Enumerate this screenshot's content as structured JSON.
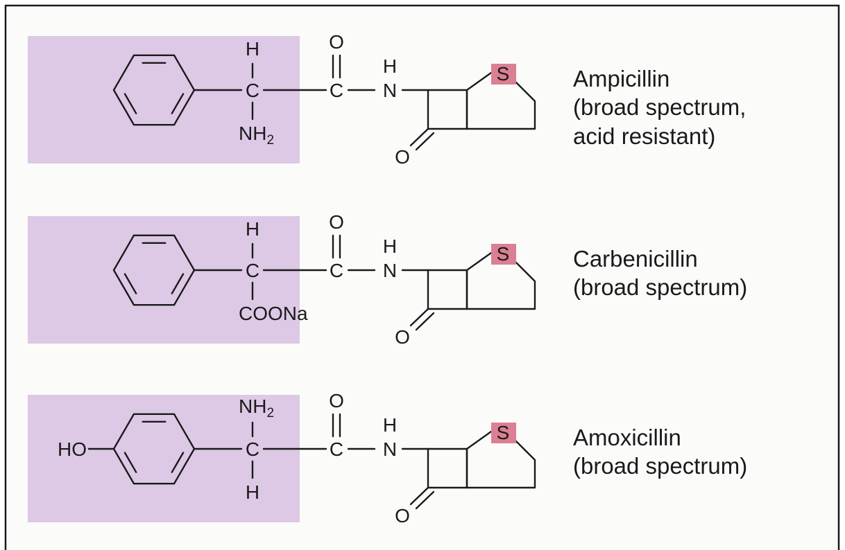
{
  "colors": {
    "frame": "#1a1a1a",
    "panel_background": "#fbfbfa",
    "side_chain_highlight": "#ddc8e6",
    "beta_lactam_ring": "#cfe3f0",
    "thiazolidine_ring": "#db7f93"
  },
  "structures": [
    {
      "name": "Ampicillin",
      "properties": [
        "(broad spectrum,",
        "acid resistant)"
      ],
      "ring_substituent": "",
      "alpha_top": "H",
      "alpha_bottom": {
        "main": "NH",
        "sub": "2",
        "tail": ""
      },
      "alpha_carbon": "C",
      "carbonyl_o": "O",
      "carbonyl_c": "C",
      "amide_h": "H",
      "amide_n": "N",
      "ring_sulfur": "S",
      "lactam_o": "O"
    },
    {
      "name": "Carbenicillin",
      "properties": [
        "(broad spectrum)"
      ],
      "ring_substituent": "",
      "alpha_top": "H",
      "alpha_bottom": {
        "main": "COONa",
        "sub": "",
        "tail": ""
      },
      "alpha_carbon": "C",
      "carbonyl_o": "O",
      "carbonyl_c": "C",
      "amide_h": "H",
      "amide_n": "N",
      "ring_sulfur": "S",
      "lactam_o": "O"
    },
    {
      "name": "Amoxicillin",
      "properties": [
        "(broad spectrum)"
      ],
      "ring_substituent": "HO",
      "alpha_top_group": {
        "main": "NH",
        "sub": "2"
      },
      "alpha_bottom": {
        "main": "H",
        "sub": "",
        "tail": ""
      },
      "alpha_carbon": "C",
      "carbonyl_o": "O",
      "carbonyl_c": "C",
      "amide_h": "H",
      "amide_n": "N",
      "ring_sulfur": "S",
      "lactam_o": "O"
    }
  ]
}
